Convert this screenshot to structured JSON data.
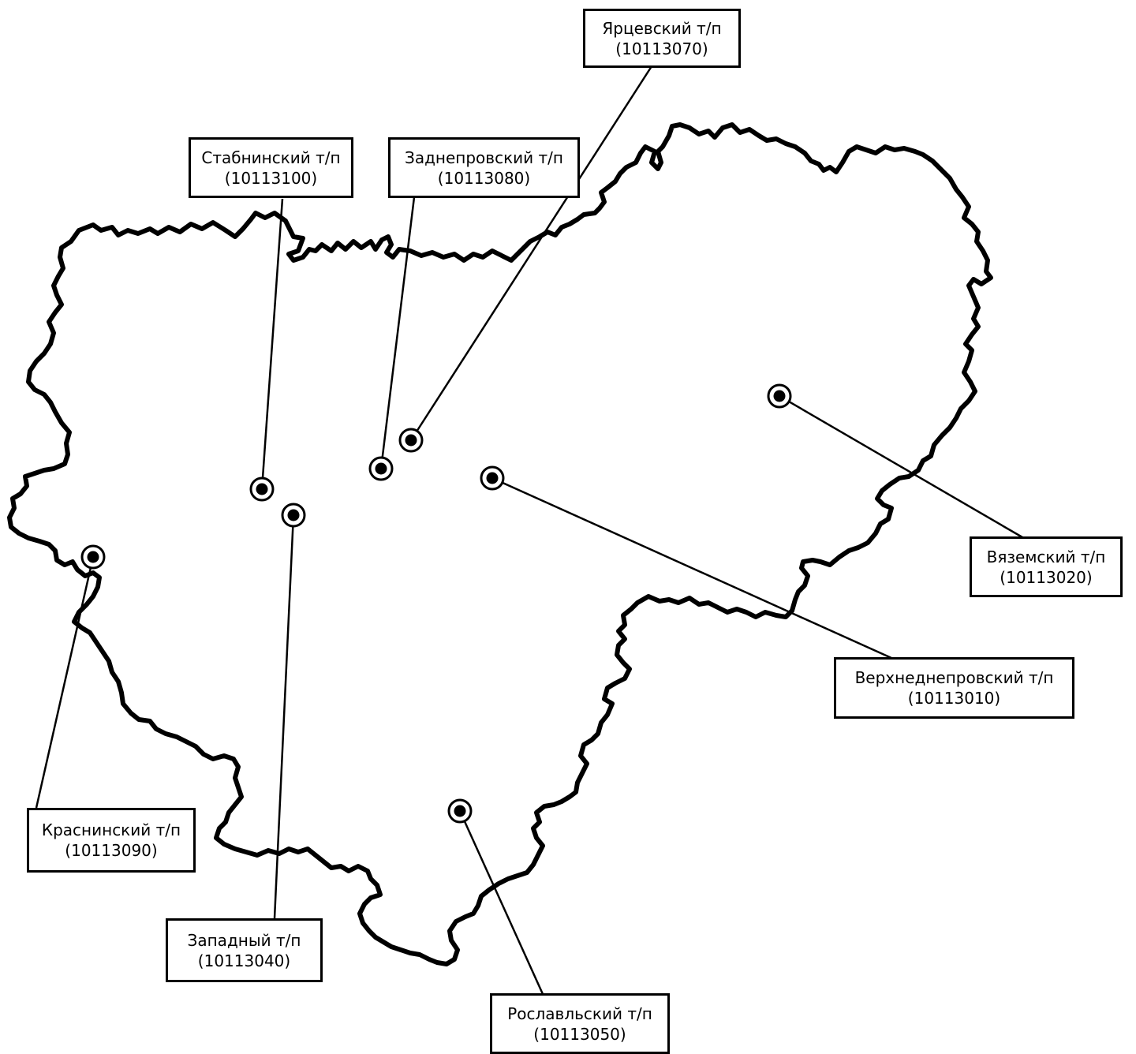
{
  "colors": {
    "border": "#000000",
    "background": "#ffffff",
    "marker_fill": "#ffffff",
    "marker_dot": "#000000"
  },
  "points": [
    {
      "id": "yartsevsky",
      "name": "Ярцевский т/п",
      "code": "(10113070)"
    },
    {
      "id": "stabninsky",
      "name": "Стабнинский т/п",
      "code": "(10113100)"
    },
    {
      "id": "zadneprovsky",
      "name": "Заднепровский т/п",
      "code": "(10113080)"
    },
    {
      "id": "vyazemsky",
      "name": "Вяземский т/п",
      "code": "(10113020)"
    },
    {
      "id": "verkhnedneprovsky",
      "name": "Верхнеднепровский т/п",
      "code": "(10113010)"
    },
    {
      "id": "krasninsky",
      "name": "Краснинский т/п",
      "code": "(10113090)"
    },
    {
      "id": "zapadny",
      "name": "Западный т/п",
      "code": "(10113040)"
    },
    {
      "id": "roslavlsky",
      "name": "Рославльский т/п",
      "code": "(10113050)"
    }
  ]
}
